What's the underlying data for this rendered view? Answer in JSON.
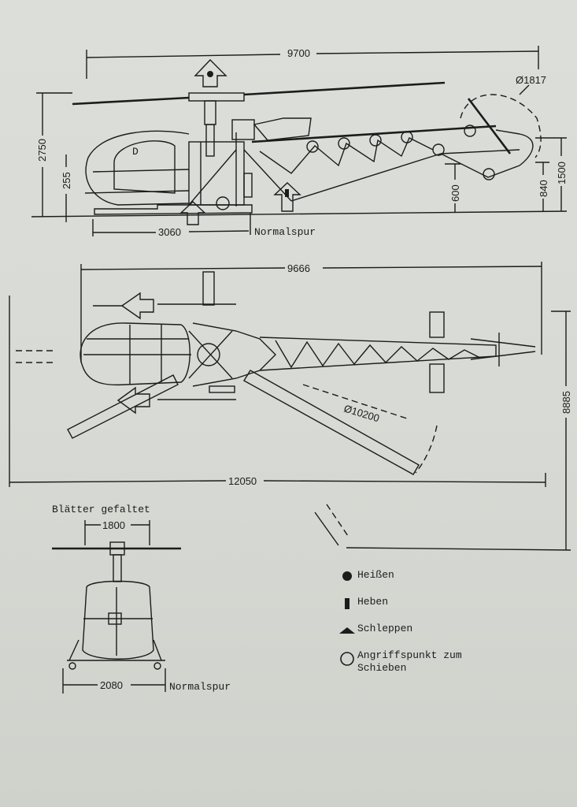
{
  "side_view": {
    "length": "9700",
    "tail_rotor_diameter": "Ø1817",
    "height": "2750",
    "skid_height": "255",
    "tail_skid_clearance": "600",
    "tail_rotor_hub_clearance": "840",
    "tail_boom_height": "1500",
    "skid_length": "3060",
    "skid_label": "Normalspur"
  },
  "top_view": {
    "length": "9666",
    "rotor_diameter": "Ø10200",
    "overall_length": "12050",
    "overall_width": "8885"
  },
  "front_view": {
    "title": "Blätter gefaltet",
    "folded_width": "1800",
    "skid_width": "2080",
    "skid_label": "Normalspur"
  },
  "legend": [
    {
      "symbol": "filled-circle",
      "label": "Heißen"
    },
    {
      "symbol": "filled-rectangle",
      "label": "Heben"
    },
    {
      "symbol": "filled-triangle",
      "label": "Schleppen"
    },
    {
      "symbol": "open-circle",
      "label": "Angriffspunkt zum Schieben"
    }
  ]
}
